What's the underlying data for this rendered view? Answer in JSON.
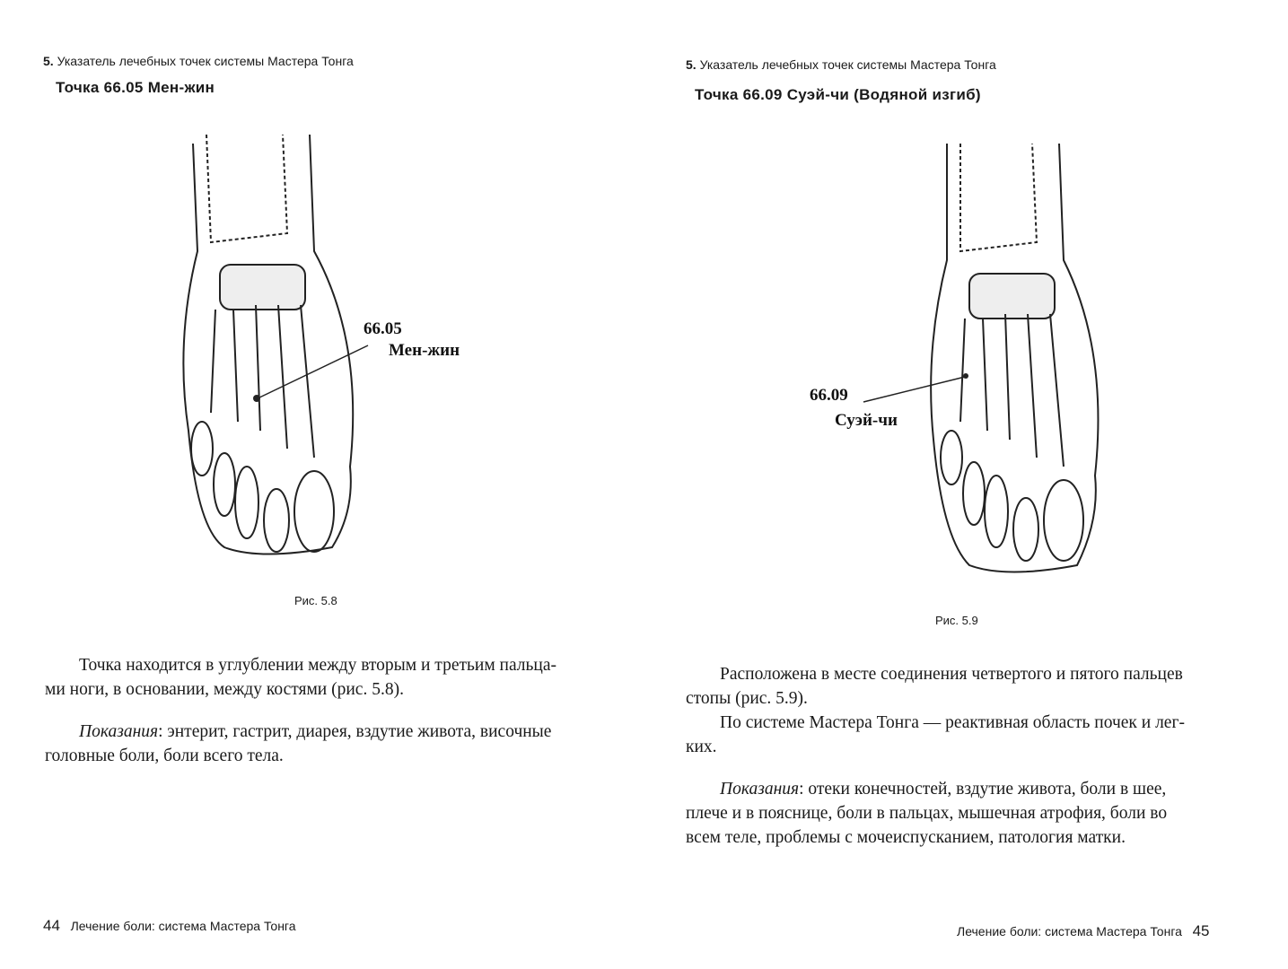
{
  "left_page": {
    "running_header_num": "5.",
    "running_header": "Указатель лечебных точек системы Мастера Тонга",
    "title": "Точка 66.05 Мен-жин",
    "figure_label_code": "66.05",
    "figure_label_name": "Мен-жин",
    "caption": "Рис. 5.8",
    "para1_lines": [
      "Точка находится в углублении между вторым и третьим пальца-",
      "ми ноги, в основании, между костями (рис. 5.8)."
    ],
    "indications_label": "Показания",
    "indications_lines": [
      ": энтерит, гастрит, диарея, вздутие живота, височные",
      "головные боли, боли всего тела."
    ],
    "page_number": "44",
    "footer": "Лечение боли: система Мастера Тонга"
  },
  "right_page": {
    "running_header_num": "5.",
    "running_header": "Указатель лечебных точек системы Мастера Тонга",
    "title": "Точка 66.09 Суэй-чи (Водяной изгиб)",
    "figure_label_code": "66.09",
    "figure_label_name": "Суэй-чи",
    "caption": "Рис. 5.9",
    "para1_lines": [
      "Расположена в месте соединения четвертого и пятого пальцев",
      "стопы (рис. 5.9)."
    ],
    "para2_lines": [
      "По системе Мастера Тонга — реактивная область почек и лег-",
      "ких."
    ],
    "indications_label": "Показания",
    "indications_lines": [
      ": отеки конечностей, вздутие живота, боли в шее,",
      "плече и в пояснице, боли в пальцах, мышечная атрофия, боли во",
      "всем теле, проблемы с мочеиспусканием, патология матки."
    ],
    "page_number": "45",
    "footer": "Лечение боли: система Мастера Тонга"
  }
}
